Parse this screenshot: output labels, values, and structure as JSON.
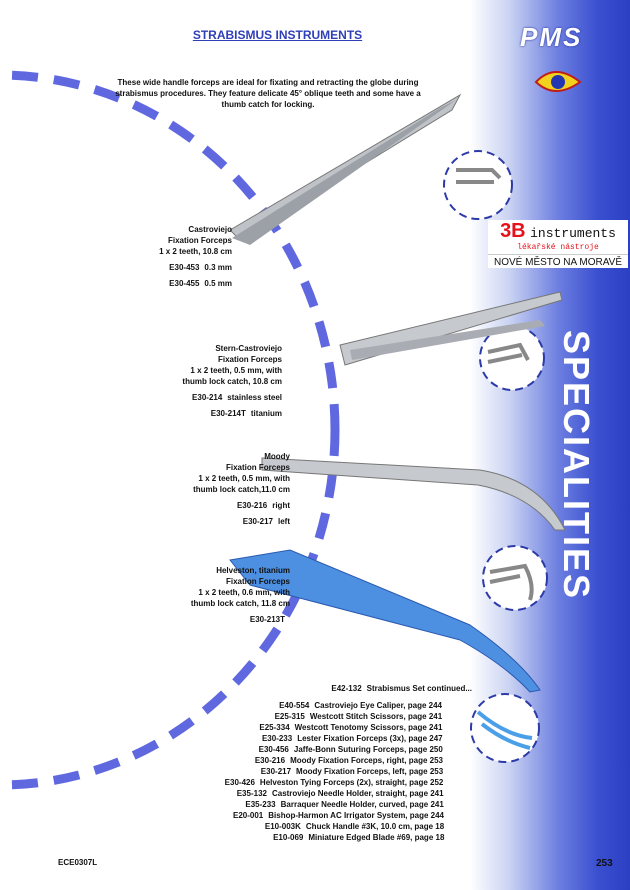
{
  "header": {
    "title": "STRABISMUS INSTRUMENTS",
    "intro": "These wide handle forceps are ideal for fixating and retracting the globe during strabismus procedures. They feature delicate 45° oblique teeth and some have a thumb catch for locking."
  },
  "brand": {
    "logo": "PMS",
    "name_big": "3B",
    "name_rest": "instruments",
    "tagline": "lékařské nástroje",
    "city": "NOVÉ MĚSTO NA MORAVĚ",
    "section": "SPECIALITIES"
  },
  "products": [
    {
      "name": "Castroviejo",
      "type": "Fixation Forceps",
      "desc": [
        "1 x 2 teeth, 10.8 cm"
      ],
      "codes": [
        {
          "code": "E30-453",
          "variant": "0.3 mm"
        },
        {
          "code": "E30-455",
          "variant": "0.5 mm"
        }
      ]
    },
    {
      "name": "Stern-Castroviejo",
      "type": "Fixation Forceps",
      "desc": [
        "1 x 2 teeth, 0.5 mm, with",
        "thumb lock catch, 10.8 cm"
      ],
      "codes": [
        {
          "code": "E30-214",
          "variant": "stainless steel"
        },
        {
          "code": "E30-214T",
          "variant": "titanium"
        }
      ]
    },
    {
      "name": "Moody",
      "type": "Fixation Forceps",
      "desc": [
        "1 x 2 teeth, 0.5 mm, with",
        "thumb lock catch,11.0 cm"
      ],
      "codes": [
        {
          "code": "E30-216",
          "variant": "right"
        },
        {
          "code": "E30-217",
          "variant": "left"
        }
      ]
    },
    {
      "name": "Helveston, titanium",
      "type": "Fixation Forceps",
      "desc": [
        "1 x 2 teeth, 0.6 mm, with",
        "thumb lock catch, 11.8 cm"
      ],
      "codes": [
        {
          "code": "E30-213T",
          "variant": ""
        }
      ]
    }
  ],
  "set_list": [
    {
      "code": "E42-132",
      "text": "Strabismus Set continued..."
    },
    {
      "code": "E40-554",
      "text": "Castroviejo Eye Caliper, page 244"
    },
    {
      "code": "E25-315",
      "text": "Westcott Stitch Scissors, page 241"
    },
    {
      "code": "E25-334",
      "text": "Westcott Tenotomy Scissors, page 241"
    },
    {
      "code": "E30-233",
      "text": "Lester Fixation Forceps (3x), page 247"
    },
    {
      "code": "E30-456",
      "text": "Jaffe-Bonn Suturing Forceps, page 250"
    },
    {
      "code": "E30-216",
      "text": "Moody Fixation Forceps, right, page 253"
    },
    {
      "code": "E30-217",
      "text": "Moody Fixation Forceps, left, page 253"
    },
    {
      "code": "E30-426",
      "text": "Helveston Tying Forceps (2x), straight, page 252"
    },
    {
      "code": "E35-132",
      "text": "Castroviejo Needle Holder, straight, page 241"
    },
    {
      "code": "E35-233",
      "text": "Barraquer Needle Holder, curved, page 241"
    },
    {
      "code": "E20-001",
      "text": "Bishop-Harmon AC Irrigator System, page 244"
    },
    {
      "code": "E10-003K",
      "text": "Chuck Handle #3K, 10.0 cm, page 18"
    },
    {
      "code": "E10-069",
      "text": "Miniature Edged Blade #69, page 18"
    }
  ],
  "footer": {
    "catalog_code": "ECE0307L",
    "page_number": "253"
  },
  "colors": {
    "accent": "#2f3fb8",
    "dash": "#6068e0",
    "brand_red": "#e3121b"
  }
}
